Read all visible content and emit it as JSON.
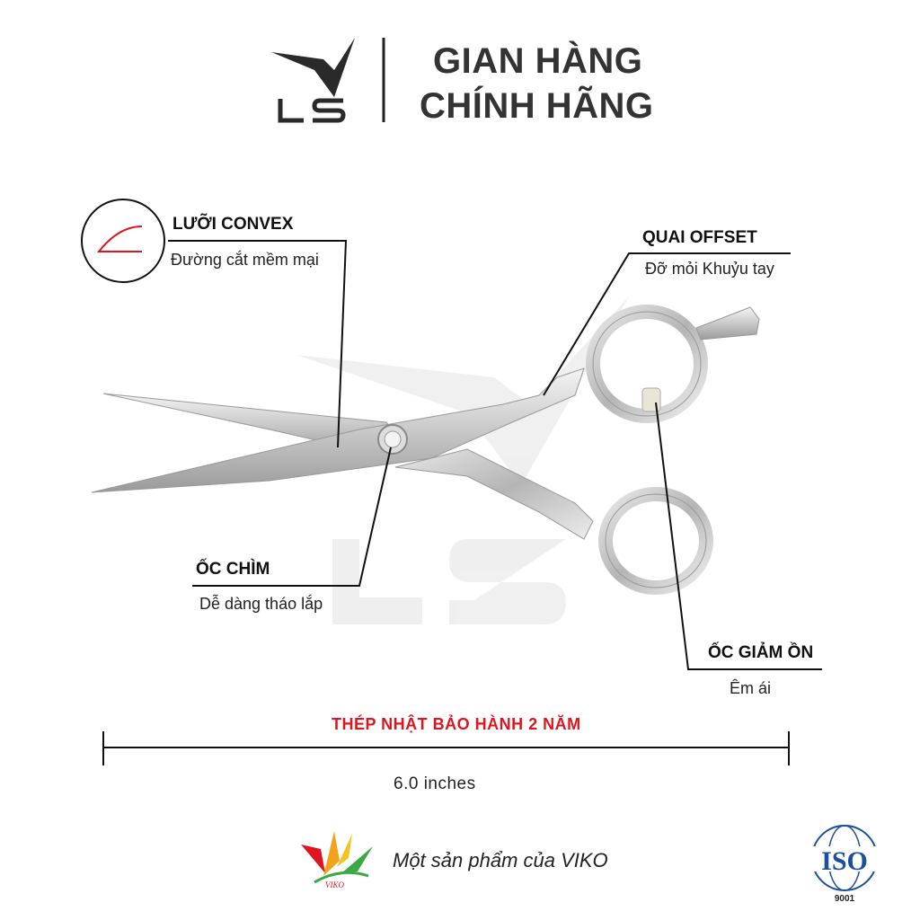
{
  "header": {
    "brand_logo": "LS",
    "title_line1": "GIAN HÀNG",
    "title_line2": "CHÍNH HÃNG"
  },
  "callouts": [
    {
      "label": "LƯỠI CONVEX",
      "sub": "Đường cắt mềm mại",
      "icon": "convex-blade-icon"
    },
    {
      "label": "QUAI OFFSET",
      "sub": "Đỡ mỏi Khuỷu tay"
    },
    {
      "label": "ỐC CHÌM",
      "sub": "Dễ dàng tháo lắp"
    },
    {
      "label": "ỐC GIẢM ỒN",
      "sub": "Êm ái"
    }
  ],
  "warranty": "THÉP NHẬT BẢO HÀNH 2 NĂM",
  "size": "6.0 inches",
  "footer": {
    "maker_text": "Một sản phẩm của VIKO",
    "maker_logo": "VIKO",
    "iso_logo": "ISO 9001 International Organization for Standardization"
  },
  "colors": {
    "accent": "#e0141e",
    "iso_blue": "#1d4f9c",
    "text": "#111111"
  }
}
